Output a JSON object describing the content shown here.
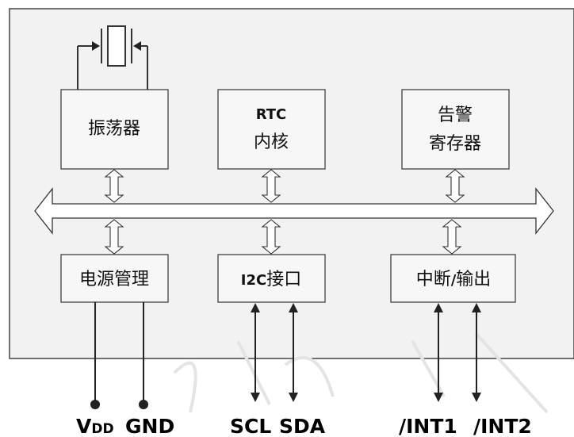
{
  "blocks": {
    "oscillator": "振荡器",
    "rtc_line1": "RTC",
    "rtc_line2": "内核",
    "alarm_line1": "告警",
    "alarm_line2": "寄存器",
    "power": "电源管理",
    "i2c_prefix": "I2C",
    "i2c_suffix": "接口",
    "interrupt_line": "中断",
    "interrupt_slash": "/",
    "interrupt_output": "输出"
  },
  "pins": {
    "vdd_main": "V",
    "vdd_sub": "DD",
    "gnd": "GND",
    "scl": "SCL",
    "sda": "SDA",
    "int1": "/INT1",
    "int2": "/INT2"
  },
  "colors": {
    "chip_fill": "#f2f2f2",
    "block_fill": "#f7f7f7",
    "stroke": "#333333",
    "watermark": "#e6e6e6"
  }
}
